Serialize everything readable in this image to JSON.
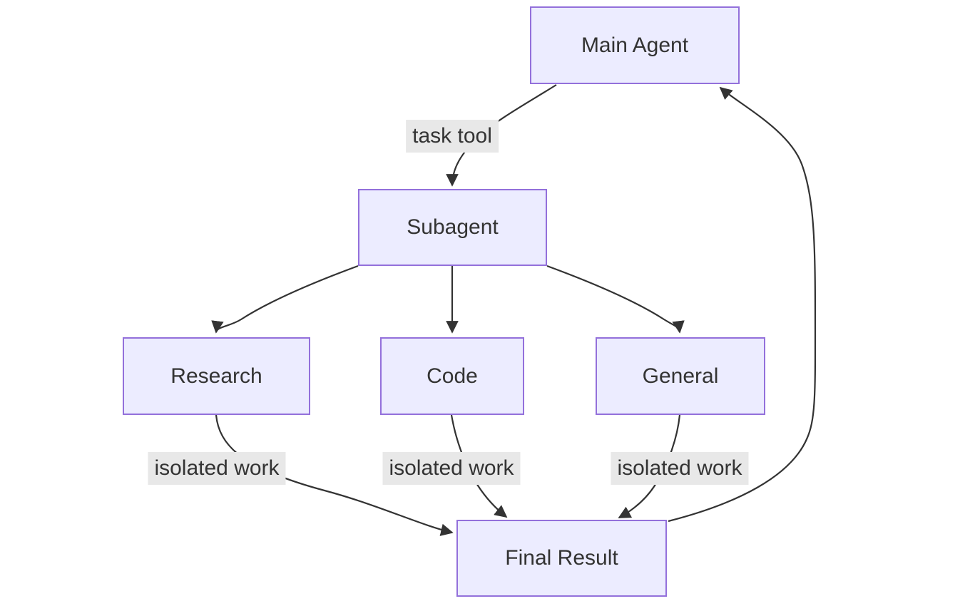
{
  "diagram": {
    "type": "flowchart",
    "nodes": {
      "main_agent": {
        "label": "Main Agent"
      },
      "subagent": {
        "label": "Subagent"
      },
      "research": {
        "label": "Research"
      },
      "code": {
        "label": "Code"
      },
      "general": {
        "label": "General"
      },
      "final_result": {
        "label": "Final Result"
      }
    },
    "edges": [
      {
        "from": "Main Agent",
        "to": "Subagent",
        "label": "task tool"
      },
      {
        "from": "Subagent",
        "to": "Research",
        "label": ""
      },
      {
        "from": "Subagent",
        "to": "Code",
        "label": ""
      },
      {
        "from": "Subagent",
        "to": "General",
        "label": ""
      },
      {
        "from": "Research",
        "to": "Final Result",
        "label": "isolated work"
      },
      {
        "from": "Code",
        "to": "Final Result",
        "label": "isolated work"
      },
      {
        "from": "General",
        "to": "Final Result",
        "label": "isolated work"
      },
      {
        "from": "Final Result",
        "to": "Main Agent",
        "label": ""
      }
    ],
    "edge_labels": {
      "task_tool": "task tool",
      "isolated_work_research": "isolated work",
      "isolated_work_code": "isolated work",
      "isolated_work_general": "isolated work"
    }
  },
  "colors": {
    "background": "#ffffff",
    "node_fill": "#ECECFF",
    "node_border": "#9370DB",
    "edge": "#333333",
    "edge_label_bg": "#e8e8e8",
    "text": "#333333"
  }
}
